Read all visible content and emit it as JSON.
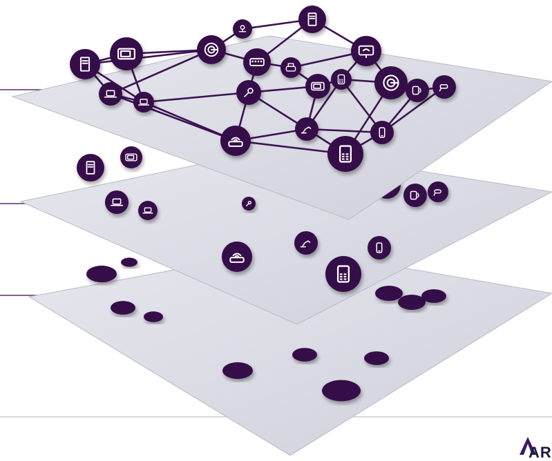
{
  "brand": {
    "text": "ARMIS",
    "color": "#1f1a3a"
  },
  "colors": {
    "plane": "#dcdde6",
    "plane_edge": "#b9bac6",
    "device": "#350b48",
    "device_dark": "#230530",
    "glyph": "#ffffff",
    "link": "#3b1250",
    "guide": "#5a2a6e"
  },
  "layers": [
    {
      "name": "device-network-layer",
      "devices": [
        {
          "icon": "server-tower-icon"
        },
        {
          "icon": "tv-icon"
        },
        {
          "icon": "laptop-icon"
        },
        {
          "icon": "laptop-small-icon"
        },
        {
          "icon": "radar-icon"
        },
        {
          "icon": "robot-icon"
        },
        {
          "icon": "server-tower-icon"
        },
        {
          "icon": "network-switch-icon"
        },
        {
          "icon": "printer-icon"
        },
        {
          "icon": "wifi-monitor-icon"
        },
        {
          "icon": "mri-scanner-icon"
        },
        {
          "icon": "hmi-panel-icon"
        },
        {
          "icon": "terminal-icon"
        },
        {
          "icon": "microphone-icon"
        },
        {
          "icon": "contactless-reader-icon"
        },
        {
          "icon": "security-camera-icon"
        },
        {
          "icon": "wifi-router-icon"
        },
        {
          "icon": "robotic-arm-icon"
        },
        {
          "icon": "smartphone-icon"
        },
        {
          "icon": "payment-terminal-icon"
        }
      ]
    },
    {
      "name": "device-inventory-layer",
      "devices": [
        {
          "icon": "server-tower-icon"
        },
        {
          "icon": "tv-icon"
        },
        {
          "icon": "laptop-icon"
        },
        {
          "icon": "laptop-small-icon"
        },
        {
          "icon": "microphone-icon"
        },
        {
          "icon": "wifi-router-icon"
        },
        {
          "icon": "robotic-arm-icon"
        },
        {
          "icon": "smartphone-icon"
        },
        {
          "icon": "payment-terminal-icon"
        },
        {
          "icon": "mri-scanner-icon"
        },
        {
          "icon": "contactless-reader-icon"
        },
        {
          "icon": "security-camera-icon"
        }
      ]
    },
    {
      "name": "raw-discovery-layer",
      "devices": [
        {
          "icon": "unidentified-device-dot"
        },
        {
          "icon": "unidentified-device-dot"
        },
        {
          "icon": "unidentified-device-dot"
        },
        {
          "icon": "unidentified-device-dot"
        },
        {
          "icon": "unidentified-device-dot"
        },
        {
          "icon": "unidentified-device-dot"
        },
        {
          "icon": "unidentified-device-dot"
        },
        {
          "icon": "unidentified-device-dot"
        },
        {
          "icon": "unidentified-device-dot"
        },
        {
          "icon": "unidentified-device-dot"
        },
        {
          "icon": "unidentified-device-dot"
        },
        {
          "icon": "unidentified-device-dot"
        }
      ]
    }
  ]
}
